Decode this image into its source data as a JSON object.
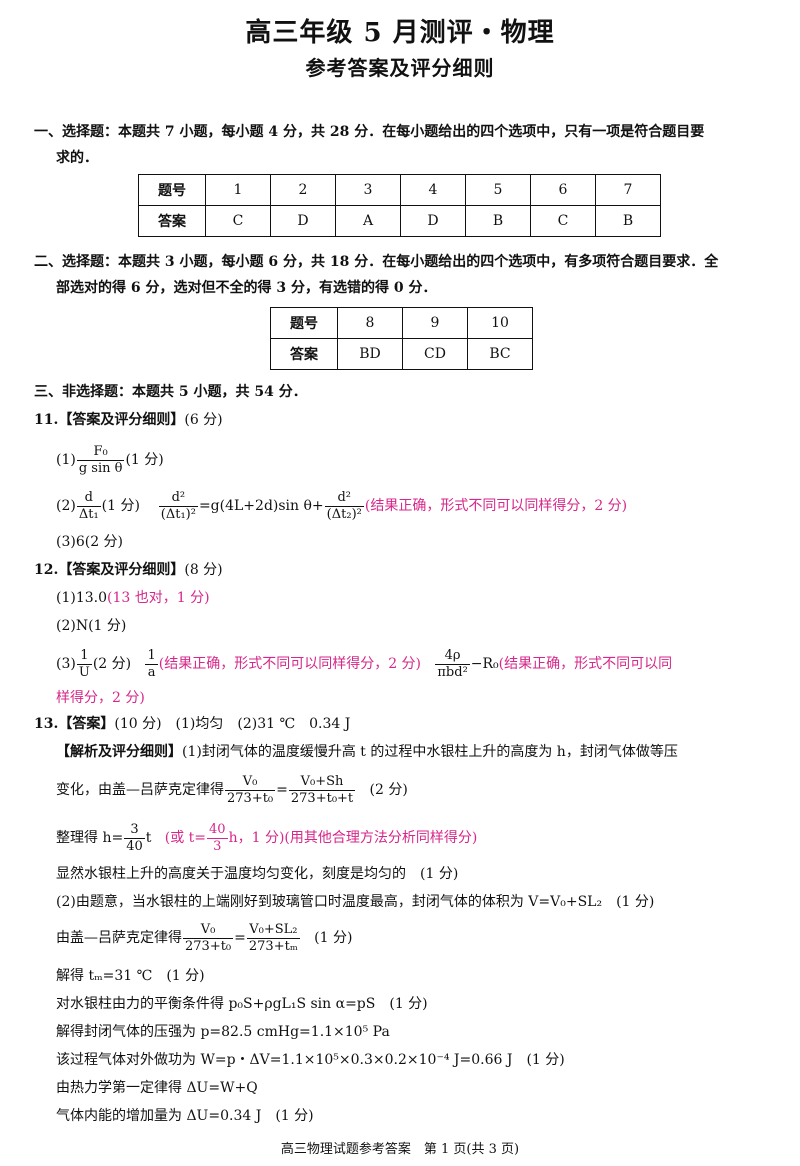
{
  "header": {
    "title": "高三年级 5 月测评・物理",
    "subtitle": "参考答案及评分细则"
  },
  "section1": {
    "intro_line1": "一、选择题：本题共 7 小题，每小题 4 分，共 28 分．在每小题给出的四个选项中，只有一项是符合题目要",
    "intro_line2": "求的．",
    "table": {
      "row_header_num": "题号",
      "row_header_ans": "答案",
      "numbers": [
        "1",
        "2",
        "3",
        "4",
        "5",
        "6",
        "7"
      ],
      "answers": [
        "C",
        "D",
        "A",
        "D",
        "B",
        "C",
        "B"
      ]
    }
  },
  "section2": {
    "intro_line1": "二、选择题：本题共 3 小题，每小题 6 分，共 18 分．在每小题给出的四个选项中，有多项符合题目要求．全",
    "intro_line2": "部选对的得 6 分，选对但不全的得 3 分，有选错的得 0 分．",
    "table": {
      "row_header_num": "题号",
      "row_header_ans": "答案",
      "numbers": [
        "8",
        "9",
        "10"
      ],
      "answers": [
        "BD",
        "CD",
        "BC"
      ]
    }
  },
  "section3": {
    "intro": "三、非选择题：本题共 5 小题，共 54 分．",
    "q11": {
      "heading": "11.【答案及评分细则】",
      "heading_points": "(6 分)",
      "p1_label": "(1)",
      "p1_num": "F₀",
      "p1_den": "g sin θ",
      "p1_score": "(1 分)",
      "p2_label": "(2)",
      "p2_num": "d",
      "p2_den": "Δt₁",
      "p2_score": "(1 分)",
      "p2_eq_num1": "d²",
      "p2_eq_den1": "(Δt₁)²",
      "p2_eq_mid": "=g(4L+2d)sin θ+",
      "p2_eq_num2": "d²",
      "p2_eq_den2": "(Δt₂)²",
      "p2_note": "(结果正确，形式不同可以同样得分，2 分)",
      "p3": "(3)6(2 分)"
    },
    "q12": {
      "heading": "12.【答案及评分细则】",
      "heading_points": "(8 分)",
      "p1_a": "(1)13.0",
      "p1_b": "(13 也对，1 分)",
      "p2": "(2)N(1 分)",
      "p3_label": "(3)",
      "p3_num1": "1",
      "p3_den1": "U",
      "p3_score1": "(2 分)",
      "p3_num2": "1",
      "p3_den2": "a",
      "p3_note1": "(结果正确，形式不同可以同样得分，2 分)",
      "p3_num3": "4ρ",
      "p3_den3": "πbd²",
      "p3_minus": "−R₀",
      "p3_note2a": "(结果正确，形式不同可以同",
      "p3_note2b": "样得分，2 分)"
    },
    "q13": {
      "heading": "13.【答案】",
      "heading_rest": "(10 分)　(1)均匀　(2)31 ℃　0.34 J",
      "analysis_head": "【解析及评分细则】",
      "a1": "(1)封闭气体的温度缓慢升高 t 的过程中水银柱上升的高度为 h，封闭气体做等压",
      "a2_pre": "变化，由盖—吕萨克定律得",
      "a2_num1": "V₀",
      "a2_den1": "273+t₀",
      "a2_eq": "=",
      "a2_num2": "V₀+Sh",
      "a2_den2": "273+t₀+t",
      "a2_score": "(2 分)",
      "a3_pre": "整理得 h=",
      "a3_num": "3",
      "a3_den": "40",
      "a3_t": "t",
      "a3_or": "(或 t=",
      "a3_num2": "40",
      "a3_den2": "3",
      "a3_h": "h，1 分)",
      "a3_note": "(用其他合理方法分析同样得分)",
      "a4": "显然水银柱上升的高度关于温度均匀变化，刻度是均匀的　(1 分)",
      "a5": "(2)由题意，当水银柱的上端刚好到玻璃管口时温度最高，封闭气体的体积为 V=V₀+SL₂　(1 分)",
      "a6_pre": "由盖—吕萨克定律得",
      "a6_num1": "V₀",
      "a6_den1": "273+t₀",
      "a6_eq": "=",
      "a6_num2": "V₀+SL₂",
      "a6_den2": "273+tₘ",
      "a6_score": "(1 分)",
      "a7": "解得 tₘ=31 ℃　(1 分)",
      "a8": "对水银柱由力的平衡条件得 p₀S+ρgL₁S sin α=pS　(1 分)",
      "a9": "解得封闭气体的压强为 p=82.5 cmHg=1.1×10⁵ Pa",
      "a10": "该过程气体对外做功为 W=p・ΔV=1.1×10⁵×0.3×0.2×10⁻⁴ J=0.66 J　(1 分)",
      "a11": "由热力学第一定律得 ΔU=W+Q",
      "a12": "气体内能的增加量为 ΔU=0.34 J　(1 分)"
    }
  },
  "footer": "高三物理试题参考答案　第 1 页(共 3 页)",
  "colors": {
    "accent_pink": "#d6278a",
    "text": "#111111"
  }
}
